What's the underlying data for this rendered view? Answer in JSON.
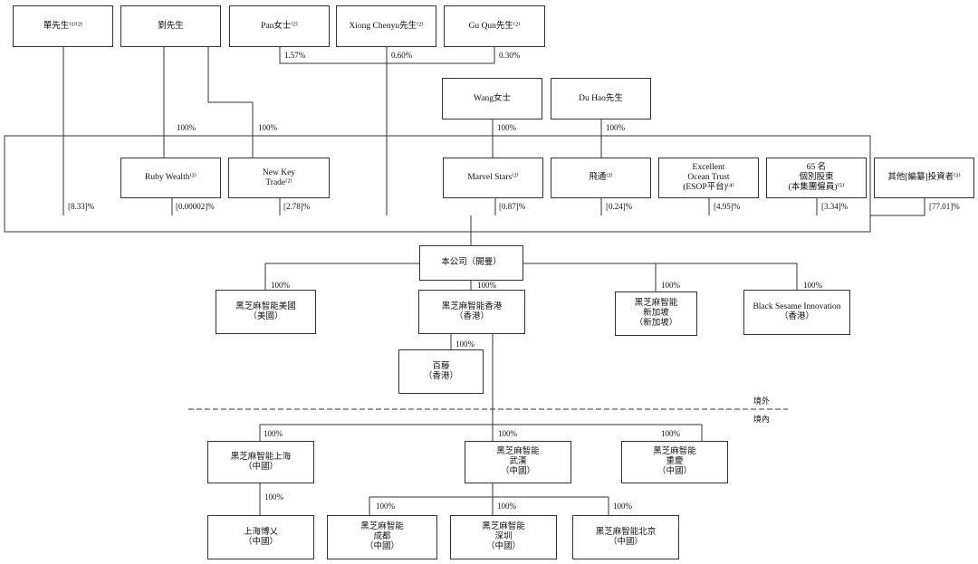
{
  "boxes": {
    "shan": "單先生⁽¹⁾⁽²⁾",
    "liu": "劉先生",
    "pan": "Pan女士⁽²⁾",
    "xiong": "Xiong Chenyu先生⁽²⁾",
    "gu": "Gu Qun先生⁽²⁾",
    "wang": "Wang女士",
    "du": "Du Hao先生",
    "ruby": "Ruby Wealth⁽³⁾",
    "newkey": "New Key\nTrade⁽²⁾",
    "marvel": "Marvel Stars⁽²⁾",
    "feitong": "飛通⁽²⁾",
    "excellent": "Excellent\nOcean Trust\n(ESOP平台)⁽⁴⁾",
    "sixtyfive": "65 名\n個別股東\n(本集團僱員)⁽⁵⁾",
    "others": "其他[編纂]投資者⁽³⁾",
    "company": "本公司（開曼）",
    "us": "黑芝麻智能美國\n（美國）",
    "hk": "黑芝麻智能香港\n（香港）",
    "sg": "黑芝麻智能\n新加坡\n（新加坡）",
    "bsi": "Black Sesame Innovation\n（香港）",
    "baiteng": "百藤\n（香港）",
    "shanghai": "黑芝麻智能上海\n（中國）",
    "wuhan": "黑芝麻智能\n武漢\n（中國）",
    "chongqing": "黑芝麻智能\n重慶\n（中國）",
    "boyi": "上海博乂\n（中國）",
    "chengdu": "黑芝麻智能\n成都\n（中國）",
    "shenzhen": "黑芝麻智能\n深圳\n（中國）",
    "beijing": "黑芝麻智能北京\n（中國）"
  },
  "labels": {
    "pan_pct": "1.57%",
    "xiong_pct": "0.60%",
    "gu_pct": "0.30%",
    "liu_ruby_pct": "100%",
    "liu_newkey_pct": "100%",
    "wang_pct": "100%",
    "du_pct": "100%",
    "shan_hold": "[8.33]%",
    "ruby_hold": "[0.00002]%",
    "newkey_hold": "[2.78]%",
    "marvel_hold": "[0.87]%",
    "feitong_hold": "[0.24]%",
    "excellent_hold": "[4.95]%",
    "sixtyfive_hold": "[3.34]%",
    "others_hold": "[77.01]%",
    "us_pct": "100%",
    "hk_pct": "100%",
    "sg_pct": "100%",
    "bsi_pct": "100%",
    "baiteng_pct": "100%",
    "shanghai_pct": "100%",
    "wuhan_pct": "100%",
    "chongqing_pct": "100%",
    "boyi_pct": "100%",
    "chengdu_pct": "100%",
    "shenzhen_pct": "100%",
    "beijing_pct": "100%"
  },
  "zones": {
    "offshore": "境外",
    "onshore": "境內"
  }
}
